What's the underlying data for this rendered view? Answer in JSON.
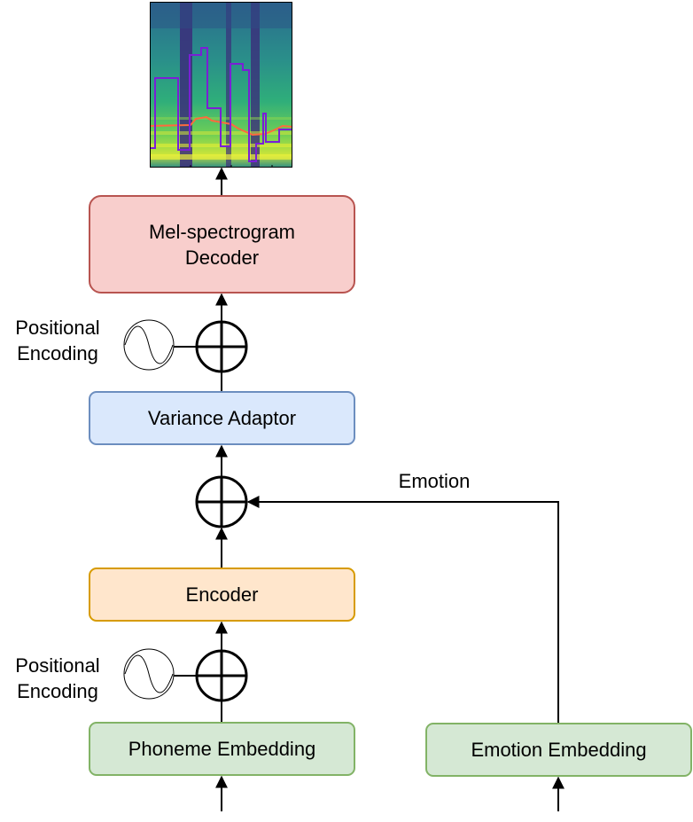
{
  "boxes": {
    "mel_decoder": "Mel-spectrogram\nDecoder",
    "variance_adaptor": "Variance Adaptor",
    "encoder": "Encoder",
    "phoneme_embedding": "Phoneme Embedding",
    "emotion_embedding": "Emotion Embedding"
  },
  "labels": {
    "positional_encoding_top": "Positional\nEncoding",
    "positional_encoding_bottom": "Positional\nEncoding",
    "emotion": "Emotion"
  },
  "icons": {
    "sum": "circled-plus-icon",
    "positional": "sine-wave-icon",
    "spectrogram": "mel-spectrogram-image"
  },
  "colors": {
    "decoder_fill": "#f8cecc",
    "decoder_border": "#b85450",
    "variance_fill": "#dae8fc",
    "variance_border": "#6c8ebf",
    "encoder_fill": "#ffe6cc",
    "encoder_border": "#d79b00",
    "embedding_fill": "#d5e8d4",
    "embedding_border": "#82b366",
    "pitch_line": "#7a1fd6",
    "energy_line": "#ff6a3d"
  }
}
